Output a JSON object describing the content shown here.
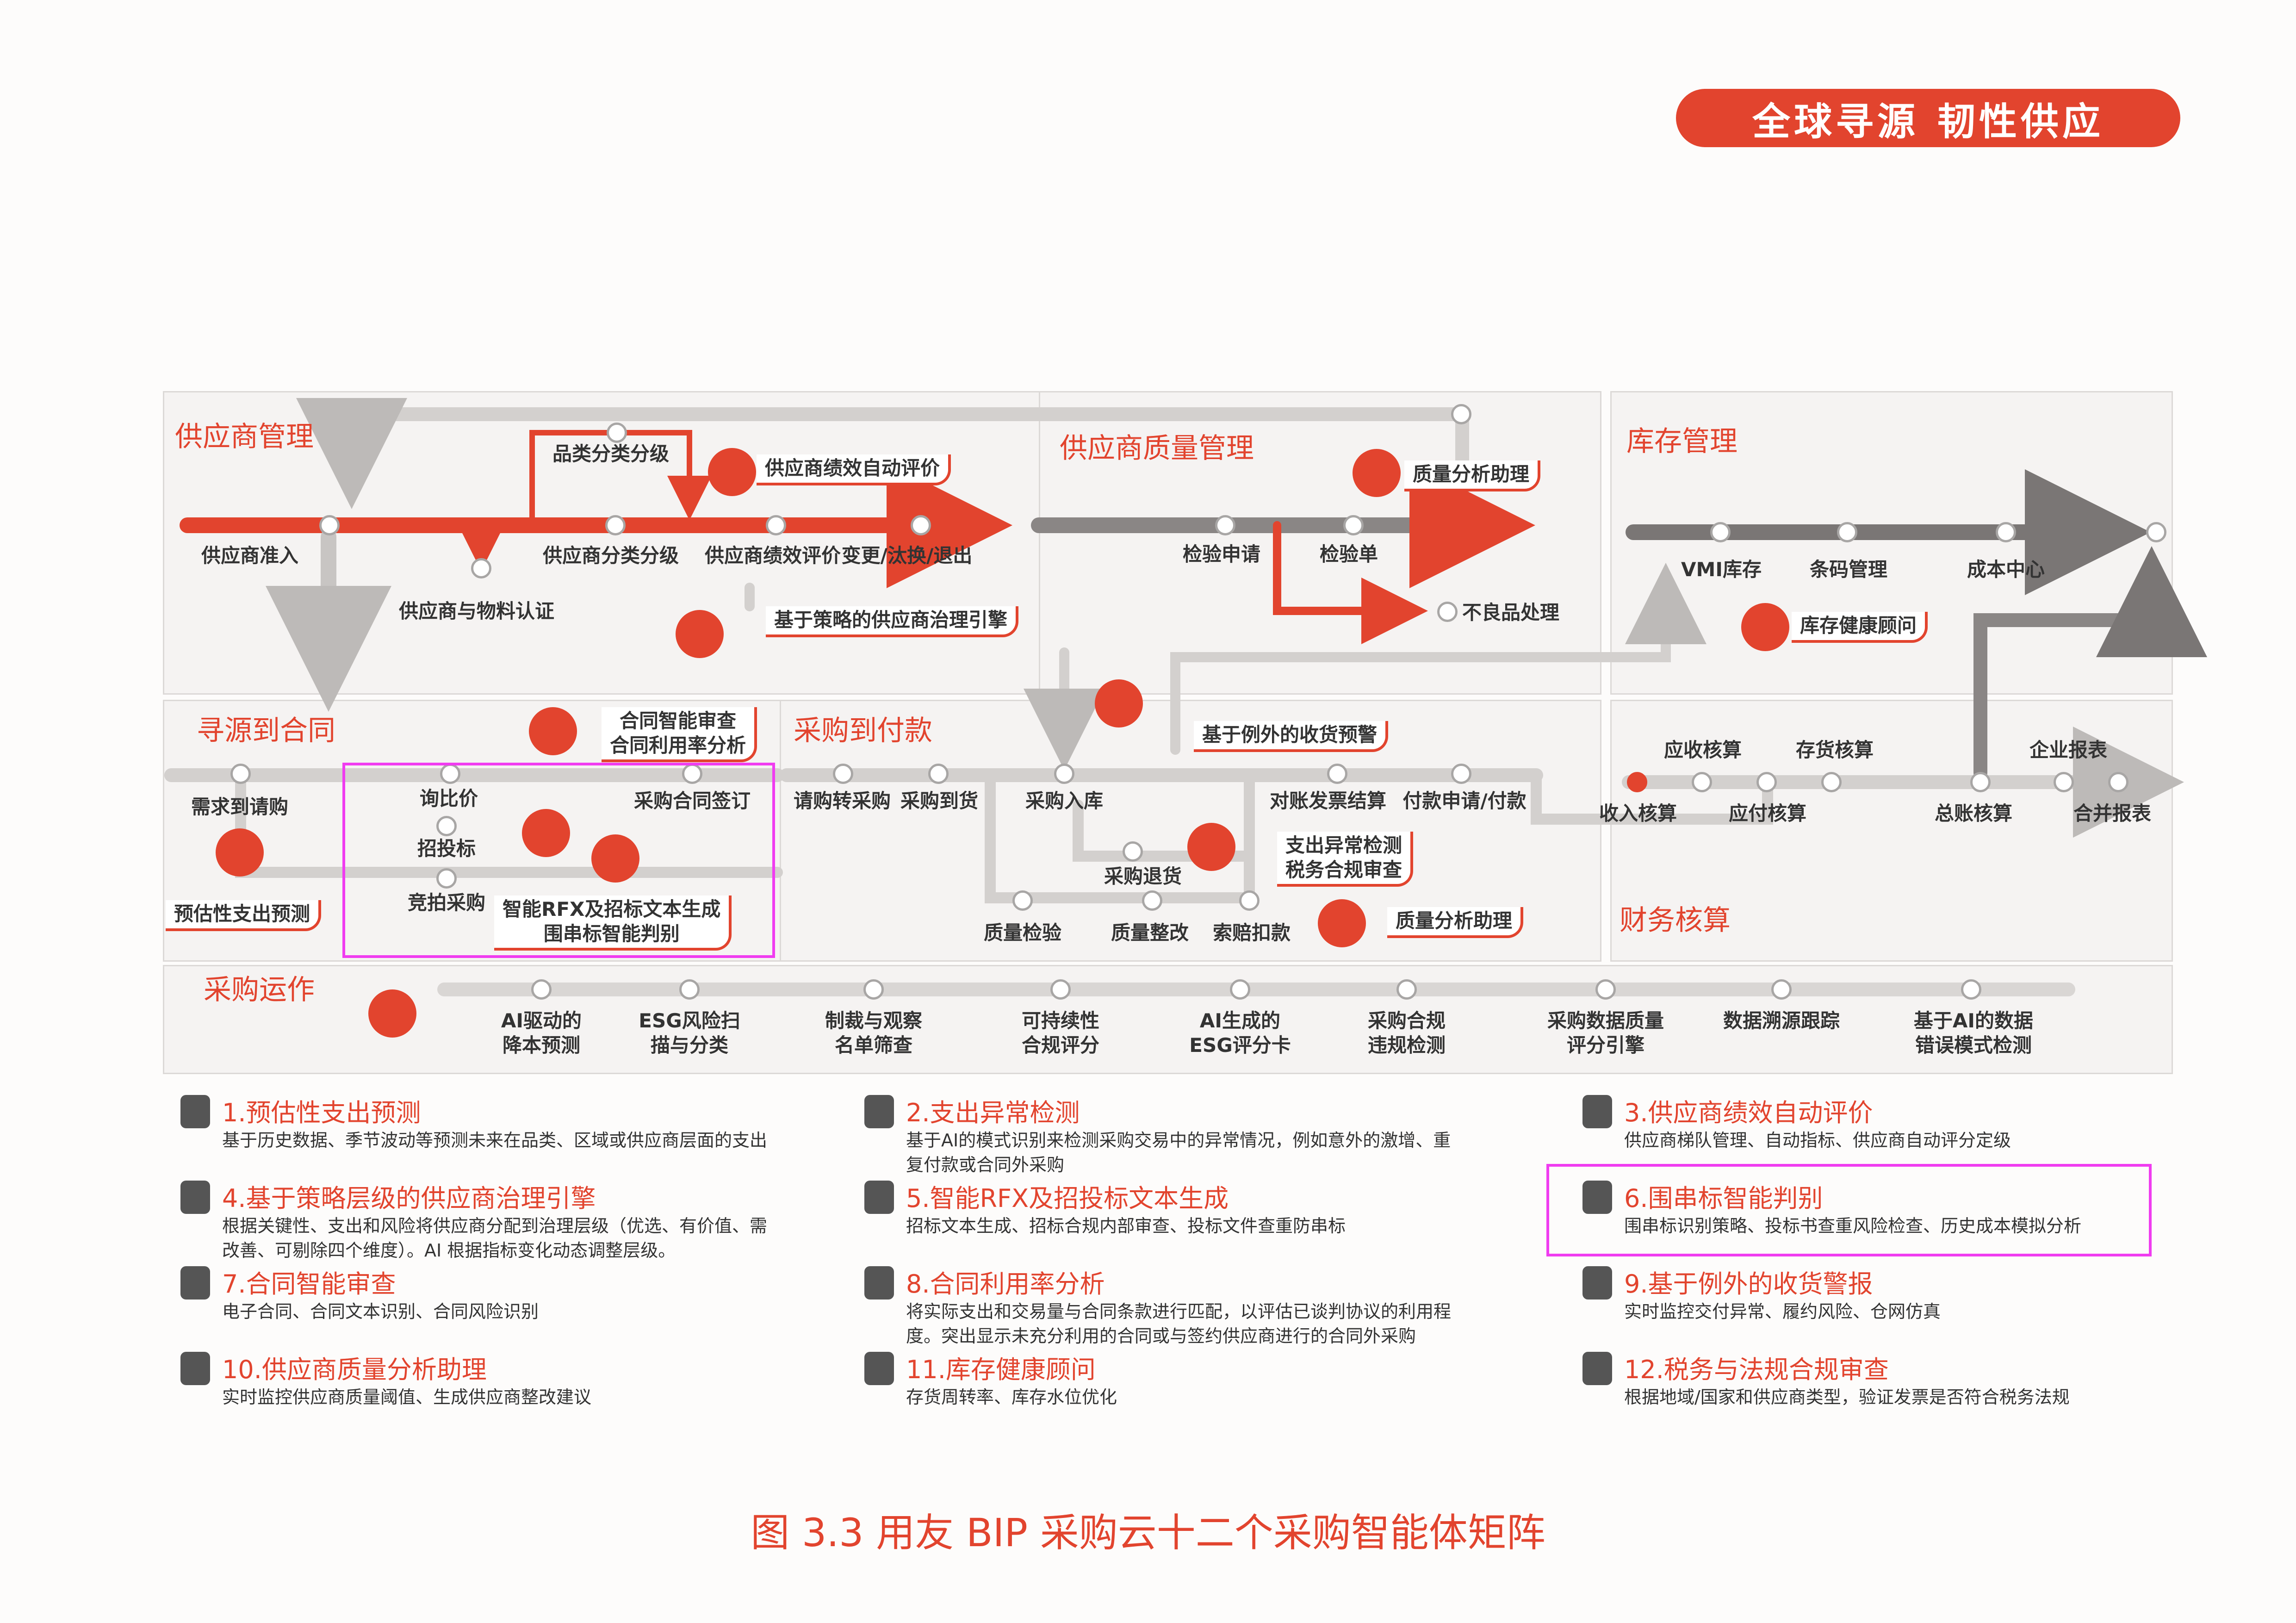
{
  "banner": {
    "part1": "全球寻源",
    "part2": "韧性供应"
  },
  "sections": {
    "supplier_mgmt": "供应商管理",
    "supplier_quality": "供应商质量管理",
    "inventory": "库存管理",
    "sourcing": "寻源到合同",
    "procure_pay": "采购到付款",
    "finance": "财务核算",
    "operations": "采购运作"
  },
  "nodes": {
    "supplier_admission": "供应商准入",
    "material_cert": "供应商与物料认证",
    "category_grading": "品类分类分级",
    "supplier_grading": "供应商分类分级",
    "supplier_eval": "供应商绩效评价",
    "change_exit": "变更/汰换/退出",
    "inspection_req": "检验申请",
    "inspection_doc": "检验单",
    "defect_handling": "不良品处理",
    "vmi": "VMI库存",
    "barcode": "条码管理",
    "cost_center": "成本中心",
    "demand_req": "需求到请购",
    "inquiry": "询比价",
    "bidding": "招投标",
    "auction": "竞拍采购",
    "contract_sign": "采购合同签订",
    "req_to_po": "请购转采购",
    "po_to_arrival": "采购到货",
    "inbound": "采购入库",
    "reconcile": "对账发票结算",
    "payment": "付款申请/付款",
    "return": "采购退货",
    "qc": "质量检验",
    "rectify": "质量整改",
    "claim": "索赔扣款",
    "ar": "应收核算",
    "inventory_acct": "存货核算",
    "corp_report": "企业报表",
    "revenue": "收入核算",
    "ap": "应付核算",
    "gl": "总账核算",
    "consolidated": "合并报表"
  },
  "agents": {
    "supplier_perf": "供应商绩效自动评价",
    "governance": "基于策略的供应商治理引擎",
    "quality_assist": "质量分析助理",
    "inventory_health": "库存健康顾问",
    "contract_review": "合同智能审查",
    "contract_util": "合同利用率分析",
    "forecast": "预估性支出预测",
    "rfx_line1": "智能RFX及招标文本生成",
    "rfx_line2": "围串标智能判别",
    "exception": "基于例外的收货预警",
    "anomaly_line1": "支出异常检测",
    "anomaly_line2": "税务合规审查",
    "quality_assist2": "质量分析助理"
  },
  "operations_items": [
    "AI驱动的\n降本预测",
    "ESG风险扫\n描与分类",
    "制裁与观察\n名单筛查",
    "可持续性\n合规评分",
    "AI生成的\nESG评分卡",
    "采购合规\n违规检测",
    "采购数据质量\n评分引擎",
    "数据溯源跟踪",
    "基于AI的数据\n错误模式检测"
  ],
  "legend": [
    {
      "title": "1.预估性支出预测",
      "desc": "基于历史数据、季节波动等预测未来在品类、区域或供应商层面的支出"
    },
    {
      "title": "2.支出异常检测",
      "desc": "基于AI的模式识别来检测采购交易中的异常情况，例如意外的激增、重复付款或合同外采购"
    },
    {
      "title": "3.供应商绩效自动评价",
      "desc": "供应商梯队管理、自动指标、供应商自动评分定级"
    },
    {
      "title": "4.基于策略层级的供应商治理引擎",
      "desc": "根据关键性、支出和风险将供应商分配到治理层级（优选、有价值、需改善、可剔除四个维度）。AI 根据指标变化动态调整层级。"
    },
    {
      "title": "5.智能RFX及招投标文本生成",
      "desc": "招标文本生成、招标合规内部审查、投标文件查重防串标"
    },
    {
      "title": "6.围串标智能判别",
      "desc": "围串标识别策略、投标书查重风险检查、历史成本模拟分析"
    },
    {
      "title": "7.合同智能审查",
      "desc": "电子合同、合同文本识别、合同风险识别"
    },
    {
      "title": "8.合同利用率分析",
      "desc": "将实际支出和交易量与合同条款进行匹配，以评估已谈判协议的利用程度。突出显示未充分利用的合同或与签约供应商进行的合同外采购"
    },
    {
      "title": "9.基于例外的收货警报",
      "desc": "实时监控交付异常、履约风险、仓网仿真"
    },
    {
      "title": "10.供应商质量分析助理",
      "desc": "实时监控供应商质量阈值、生成供应商整改建议"
    },
    {
      "title": "11.库存健康顾问",
      "desc": "存货周转率、库存水位优化"
    },
    {
      "title": "12.税务与法规合规审查",
      "desc": "根据地域/国家和供应商类型，验证发票是否符合税务法规"
    }
  ],
  "caption": "图 3.3 用友 BIP 采购云十二个采购智能体矩阵",
  "colors": {
    "accent": "#e2442e",
    "highlight": "#f03cf0",
    "grey_line": "#a8a6a5"
  }
}
